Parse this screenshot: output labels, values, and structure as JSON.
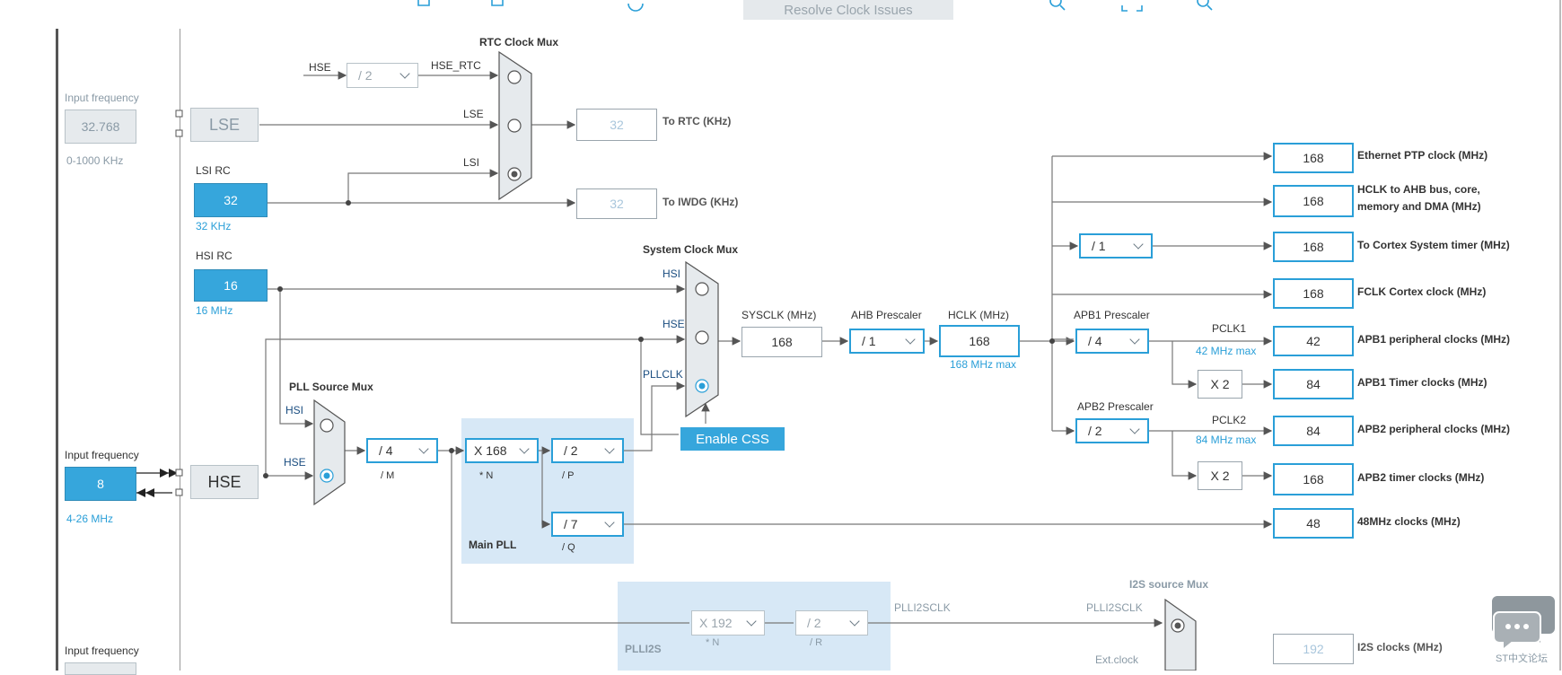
{
  "toolbar": {
    "resolve_button": "Resolve Clock Issues"
  },
  "labels": {
    "input_frequency": "Input frequency",
    "lse_range": "0-1000 KHz",
    "lsi_rc": "LSI RC",
    "lsi_khz": "32 KHz",
    "hsi_rc": "HSI RC",
    "hsi_mhz": "16 MHz",
    "hse_range": "4-26 MHz",
    "rtc_mux": "RTC Clock Mux",
    "hse": "HSE",
    "hse_rtc": "HSE_RTC",
    "lse": "LSE",
    "lsi": "LSI",
    "hsi": "HSI",
    "to_rtc": "To RTC (KHz)",
    "to_iwdg": "To IWDG (KHz)",
    "sys_mux": "System Clock Mux",
    "pllclk": "PLLCLK",
    "pll_src_mux": "PLL Source Mux",
    "m": "/ M",
    "n": "* N",
    "p": "/ P",
    "q": "/ Q",
    "r": "/ R",
    "main_pll": "Main PLL",
    "plli2s": "PLLI2S",
    "plli2sclk": "PLLI2SCLK",
    "i2s_mux": "I2S source Mux",
    "ext_clock": "Ext.clock",
    "sysclk": "SYSCLK (MHz)",
    "ahb_prescaler": "AHB Prescaler",
    "hclk": "HCLK (MHz)",
    "hclk_max": "168 MHz max",
    "apb1_prescaler": "APB1 Prescaler",
    "apb2_prescaler": "APB2 Prescaler",
    "pclk1": "PCLK1",
    "pclk1_max": "42 MHz max",
    "pclk2": "PCLK2",
    "pclk2_max": "84 MHz max",
    "enable_css": "Enable CSS",
    "watermark": "ST中文论坛"
  },
  "values": {
    "lse_freq": "32.768",
    "lse_box": "LSE",
    "lsi_val": "32",
    "hsi_val": "16",
    "hse_freq": "8",
    "hse_box": "HSE",
    "rtc_div": "/ 2",
    "rtc_out": "32",
    "iwdg_out": "32",
    "pll_m": "/ 4",
    "pll_n": "X 168",
    "pll_p": "/ 2",
    "pll_q": "/ 7",
    "i2s_n": "X 192",
    "i2s_r": "/ 2",
    "sysclk": "168",
    "ahb": "/ 1",
    "hclk": "168",
    "cortex_div": "/ 1",
    "apb1": "/ 4",
    "apb2": "/ 2",
    "x2a": "X 2",
    "x2b": "X 2"
  },
  "outputs": [
    {
      "value": "168",
      "label": "Ethernet PTP clock (MHz)"
    },
    {
      "value": "168",
      "label": "HCLK to AHB bus, core,",
      "label2": "memory and DMA (MHz)"
    },
    {
      "value": "168",
      "label": "To Cortex System timer (MHz)"
    },
    {
      "value": "168",
      "label": "FCLK Cortex clock (MHz)"
    },
    {
      "value": "42",
      "label": "APB1 peripheral clocks (MHz)"
    },
    {
      "value": "84",
      "label": "APB1 Timer clocks (MHz)"
    },
    {
      "value": "84",
      "label": "APB2 peripheral clocks (MHz)"
    },
    {
      "value": "168",
      "label": "APB2 timer clocks (MHz)"
    },
    {
      "value": "48",
      "label": "48MHz clocks (MHz)"
    },
    {
      "value": "192",
      "label": "I2S clocks (MHz)"
    }
  ],
  "colors": {
    "accent": "#2a9fd8",
    "fill": "#36a6dc",
    "region": "#d7e8f6"
  }
}
